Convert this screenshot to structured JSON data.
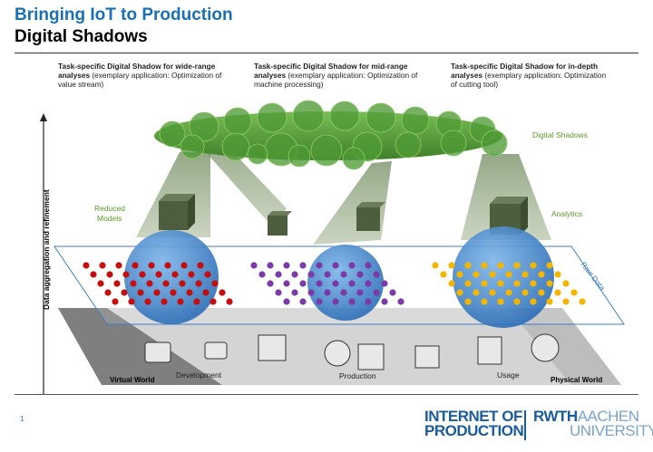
{
  "header": {
    "title": "Bringing IoT to Production",
    "subtitle": "Digital Shadows"
  },
  "callouts": [
    {
      "bold": "Task-specific Digital Shadow for wide-range analyses",
      "rest": " (exemplary application: Optimization of value stream)"
    },
    {
      "bold": "Task-specific Digital Shadow for mid-range analyses",
      "rest": " (exemplary application: Optimization of machine processing)"
    },
    {
      "bold": "Task-specific Digital Shadow for in-depth analyses",
      "rest": " (exemplary application: Optimization of cutting tool)"
    }
  ],
  "diagram": {
    "digital_shadows_label": "Digital Shadows",
    "reduced_models_label_1": "Reduced",
    "reduced_models_label_2": "Models",
    "analytics_label": "Analytics",
    "raw_data_label": "Raw Data",
    "y_axis_label": "Data aggregation and refinement",
    "virtual_world_label": "Virtual World",
    "physical_world_label": "Physical World",
    "stage_development": "Development",
    "stage_production": "Production",
    "stage_usage": "Usage",
    "colors": {
      "cloud_green": "#4f9a36",
      "text_green": "#5a9a2a",
      "sphere_blue": "#3d86d0",
      "raw_data_blue": "#3c7fc4",
      "dot_red": "#c40f0f",
      "dot_purple": "#7a3aa8",
      "dot_yellow": "#f2b600",
      "ground_gray": "#c8c8c8"
    }
  },
  "footer": {
    "page_number": "1",
    "logo_iop_line1": "INTERNET OF",
    "logo_iop_line2": "PRODUCTION",
    "logo_rwth": "RWTH",
    "logo_aachen": "AACHEN",
    "logo_university": "UNIVERSITY"
  }
}
